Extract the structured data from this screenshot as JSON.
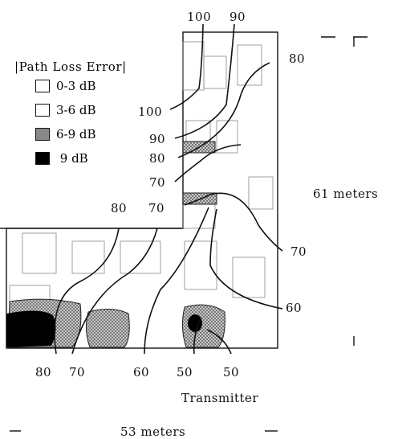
{
  "legend": {
    "title": "|Path Loss Error|",
    "items": [
      {
        "label": "0-3  dB"
      },
      {
        "label": "3-6  dB"
      },
      {
        "label": "6-9  dB"
      },
      {
        "label": "  9  dB"
      }
    ]
  },
  "contours": {
    "top": [
      "100",
      "90"
    ],
    "right_top": "80",
    "left_mid": [
      "100",
      "90",
      "80",
      "70"
    ],
    "mid_row": [
      "80",
      "70"
    ],
    "right": [
      "70",
      "60"
    ],
    "bottom": [
      "80",
      "70",
      "60",
      "50",
      "50"
    ]
  },
  "annotations": {
    "transmitter": "Transmitter",
    "height": "61  meters",
    "width": "53  meters"
  }
}
